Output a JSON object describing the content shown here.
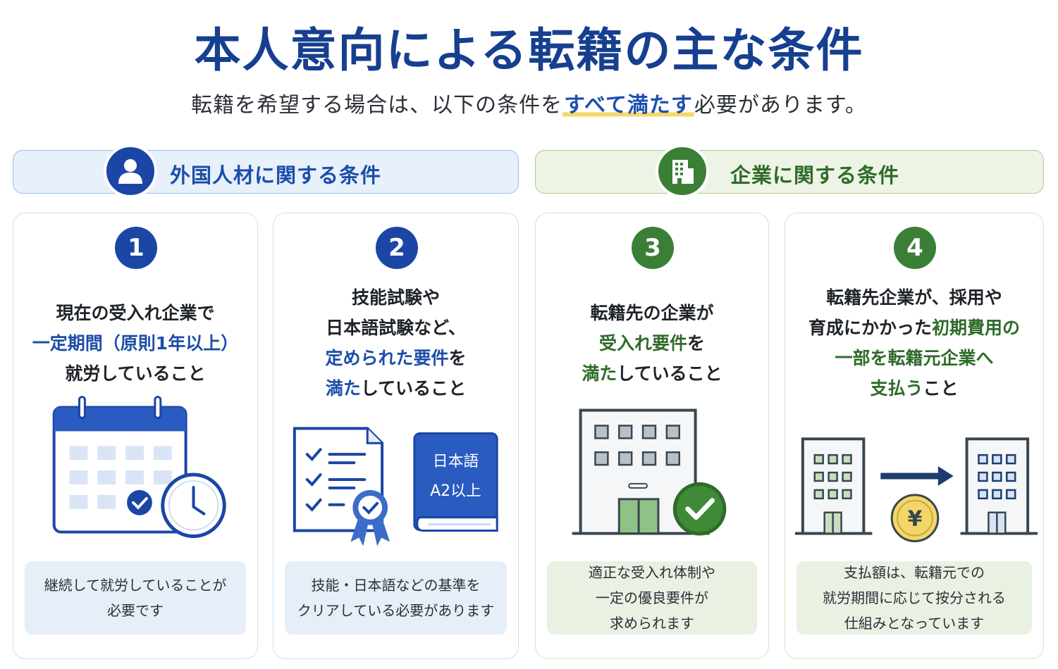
{
  "title": "本人意向による転籍の主な条件",
  "subtitle": {
    "before": "転籍を希望する場合は、以下の条件を",
    "highlight": "すべて満たす",
    "after": "必要があります。"
  },
  "groups": [
    {
      "label": "外国人材に関する条件",
      "icon": "person-icon",
      "color": "#1b46a6"
    },
    {
      "label": "企業に関する条件",
      "icon": "building-icon",
      "color": "#3b7f36"
    }
  ],
  "cards": [
    {
      "number": "1",
      "lines": [
        [
          {
            "t": "現在の受入れ企業で",
            "c": ""
          }
        ],
        [
          {
            "t": "一定期間（原則1年以上）",
            "c": "bl"
          }
        ],
        [
          {
            "t": "就労していること",
            "c": ""
          }
        ]
      ],
      "note": [
        "継続して就労していることが",
        "必要です"
      ]
    },
    {
      "number": "2",
      "lines": [
        [
          {
            "t": "技能試験や",
            "c": ""
          }
        ],
        [
          {
            "t": "日本語試験など、",
            "c": ""
          }
        ],
        [
          {
            "t": "定められた要件",
            "c": "bl"
          },
          {
            "t": "を",
            "c": ""
          }
        ],
        [
          {
            "t": "満た",
            "c": "bl"
          },
          {
            "t": "していること",
            "c": ""
          }
        ]
      ],
      "book": {
        "line1": "日本語",
        "line2": "A2以上"
      },
      "note": [
        "技能・日本語などの基準を",
        "クリアしている必要があります"
      ]
    },
    {
      "number": "3",
      "lines": [
        [
          {
            "t": "転籍先の企業が",
            "c": ""
          }
        ],
        [
          {
            "t": "受入れ要件",
            "c": "gr"
          },
          {
            "t": "を",
            "c": ""
          }
        ],
        [
          {
            "t": "満た",
            "c": "gr"
          },
          {
            "t": "していること",
            "c": ""
          }
        ]
      ],
      "note": [
        "適正な受入れ体制や",
        "一定の優良要件が",
        "求められます"
      ]
    },
    {
      "number": "4",
      "lines": [
        [
          {
            "t": "転籍先企業が、採用や",
            "c": ""
          }
        ],
        [
          {
            "t": "育成にかかった",
            "c": ""
          },
          {
            "t": "初期費用の",
            "c": "gr"
          }
        ],
        [
          {
            "t": "一部を転籍元企業へ",
            "c": "gr"
          }
        ],
        [
          {
            "t": "支払う",
            "c": "gr"
          },
          {
            "t": "こと",
            "c": ""
          }
        ]
      ],
      "yen": "¥",
      "note": [
        "支払額は、転籍元での",
        "就労期間に応じて按分される",
        "仕組みとなっています"
      ]
    }
  ]
}
